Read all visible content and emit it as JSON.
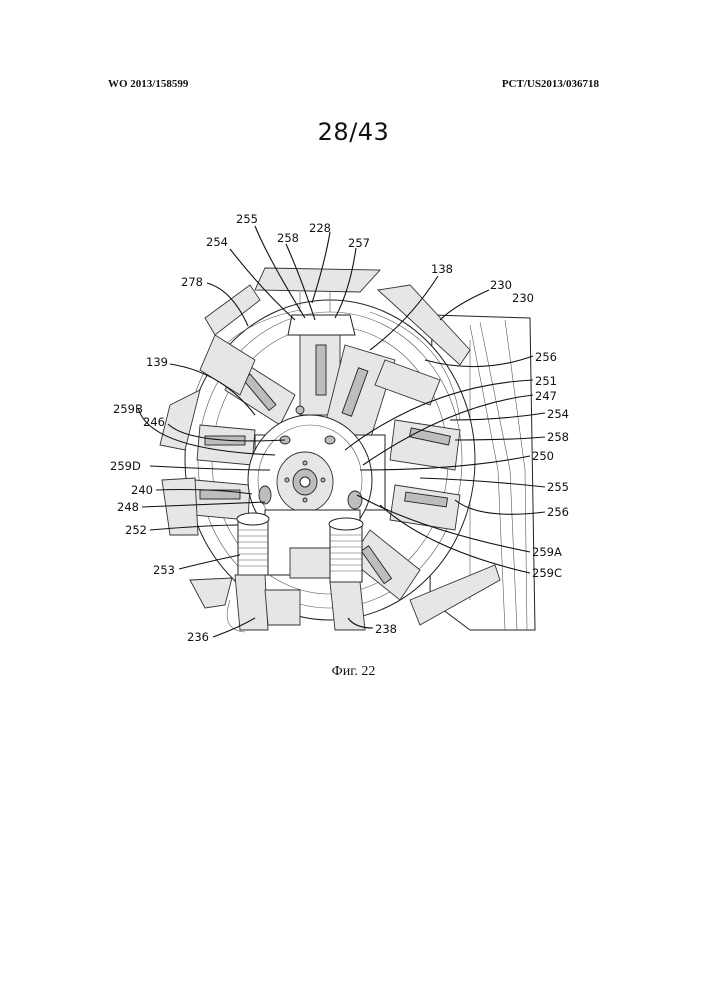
{
  "header": {
    "publication_number": "WO 2013/158599",
    "application_number": "PCT/US2013/036718"
  },
  "sheet_number": "28/43",
  "figure": {
    "caption": "Фиг. 22",
    "reference_labels": [
      {
        "id": "l255a",
        "text": "255"
      },
      {
        "id": "l228",
        "text": "228"
      },
      {
        "id": "l258a",
        "text": "258"
      },
      {
        "id": "l257",
        "text": "257"
      },
      {
        "id": "l254a",
        "text": "254"
      },
      {
        "id": "l138",
        "text": "138"
      },
      {
        "id": "l278",
        "text": "278"
      },
      {
        "id": "l230a",
        "text": "230"
      },
      {
        "id": "l230b",
        "text": "230"
      },
      {
        "id": "l139",
        "text": "139"
      },
      {
        "id": "l256a",
        "text": "256"
      },
      {
        "id": "l251",
        "text": "251"
      },
      {
        "id": "l259b",
        "text": "259B"
      },
      {
        "id": "l247",
        "text": "247"
      },
      {
        "id": "l246",
        "text": "246"
      },
      {
        "id": "l254b",
        "text": "254"
      },
      {
        "id": "l258b",
        "text": "258"
      },
      {
        "id": "l259d",
        "text": "259D"
      },
      {
        "id": "l250",
        "text": "250"
      },
      {
        "id": "l240",
        "text": "240"
      },
      {
        "id": "l255b",
        "text": "255"
      },
      {
        "id": "l248",
        "text": "248"
      },
      {
        "id": "l256b",
        "text": "256"
      },
      {
        "id": "l252",
        "text": "252"
      },
      {
        "id": "l259a",
        "text": "259A"
      },
      {
        "id": "l253",
        "text": "253"
      },
      {
        "id": "l259c",
        "text": "259C"
      },
      {
        "id": "l236",
        "text": "236"
      },
      {
        "id": "l238",
        "text": "238"
      }
    ]
  }
}
